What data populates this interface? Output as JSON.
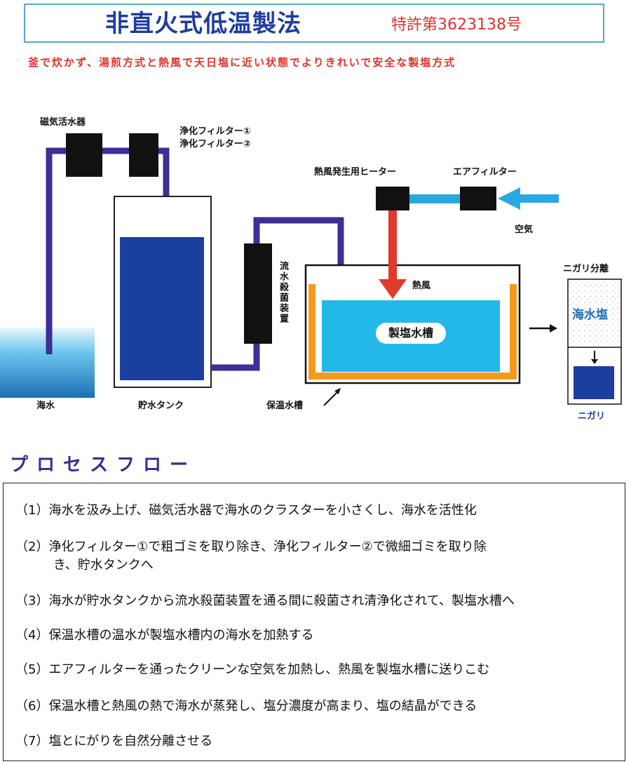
{
  "header": {
    "title": "非直火式低温製法",
    "patent": "特許第3623138号",
    "subtitle": "釜で炊かず、湯煎方式と熱風で天日塩に近い状態でよりきれいで安全な製塩方式"
  },
  "diagram": {
    "labels": {
      "magnetizer": "磁気活水器",
      "filter1": "浄化フィルター①",
      "filter2": "浄化フィルター②",
      "heater": "熱風発生用ヒーター",
      "air_filter": "エアフィルター",
      "air": "空気",
      "sterilizer": "流水殺菌装置",
      "hot_air": "熱風",
      "salt_tank": "製塩水槽",
      "seawater": "海水",
      "storage_tank": "貯水タンク",
      "warm_tank": "保温水槽",
      "nigari_separation": "ニガリ分離",
      "sea_salt": "海水塩",
      "nigari": "ニガリ"
    },
    "colors": {
      "pipe": "#3d2f96",
      "water": "#1a3f9e",
      "salt_water": "#23b8e8",
      "warm_water": "#f39a1e",
      "hot_air_arrow": "#e03a2c",
      "air_arrow": "#2aa8e0"
    }
  },
  "process": {
    "title": "プロセスフロー",
    "steps": [
      "（1）海水を汲み上げ、磁気活水器で海水のクラスターを小さくし、海水を活性化",
      "（2）浄化フィルター①で粗ゴミを取り除き、浄化フィルター②で微細ゴミを取り除",
      "き、貯水タンクへ",
      "（3）海水が貯水タンクから流水殺菌装置を通る間に殺菌され清浄化されて、製塩水槽へ",
      "（4）保温水槽の温水が製塩水槽内の海水を加熱する",
      "（5）エアフィルターを通ったクリーンな空気を加熱し、熱風を製塩水槽に送りこむ",
      "（6）保温水槽と熱風の熱で海水が蒸発し、塩分濃度が高まり、塩の結晶ができる",
      "（7）塩とにがりを自然分離させる"
    ]
  }
}
